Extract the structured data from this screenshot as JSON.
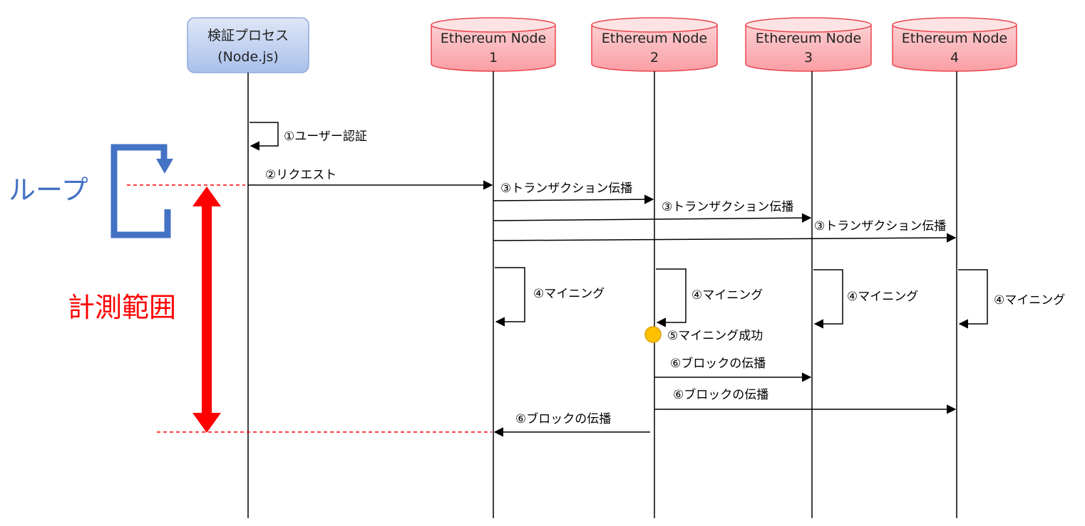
{
  "process": {
    "line1": "検証プロセス",
    "line2": "(Node.js)"
  },
  "nodes": [
    {
      "line1": "Ethereum Node",
      "line2": "1"
    },
    {
      "line1": "Ethereum Node",
      "line2": "2"
    },
    {
      "line1": "Ethereum Node",
      "line2": "3"
    },
    {
      "line1": "Ethereum Node",
      "line2": "4"
    }
  ],
  "messages": {
    "auth": "①ユーザー認証",
    "request": "②リクエスト",
    "tx_to_2": "③トランザクション伝播",
    "tx_to_3": "③トランザクション伝播",
    "tx_to_4": "③トランザクション伝播",
    "mining_1": "④マイニング",
    "mining_2": "④マイニング",
    "mining_3": "④マイニング",
    "mining_4": "④マイニング",
    "mining_success": "⑤マイニング成功",
    "block_to_3": "⑥ブロックの伝播",
    "block_to_4": "⑥ブロックの伝播",
    "block_to_1": "⑥ブロックの伝播"
  },
  "annotations": {
    "loop": "ループ",
    "measure_range": "計測範囲"
  },
  "colors": {
    "node_fill": "#fbb3b7",
    "node_stroke": "#e8474f",
    "process_fill": "#b7c9ec",
    "process_stroke": "#8eaadb",
    "loop_blue": "#4472c4",
    "measure_red": "#ff0000",
    "success_dot": "#ffc000"
  }
}
